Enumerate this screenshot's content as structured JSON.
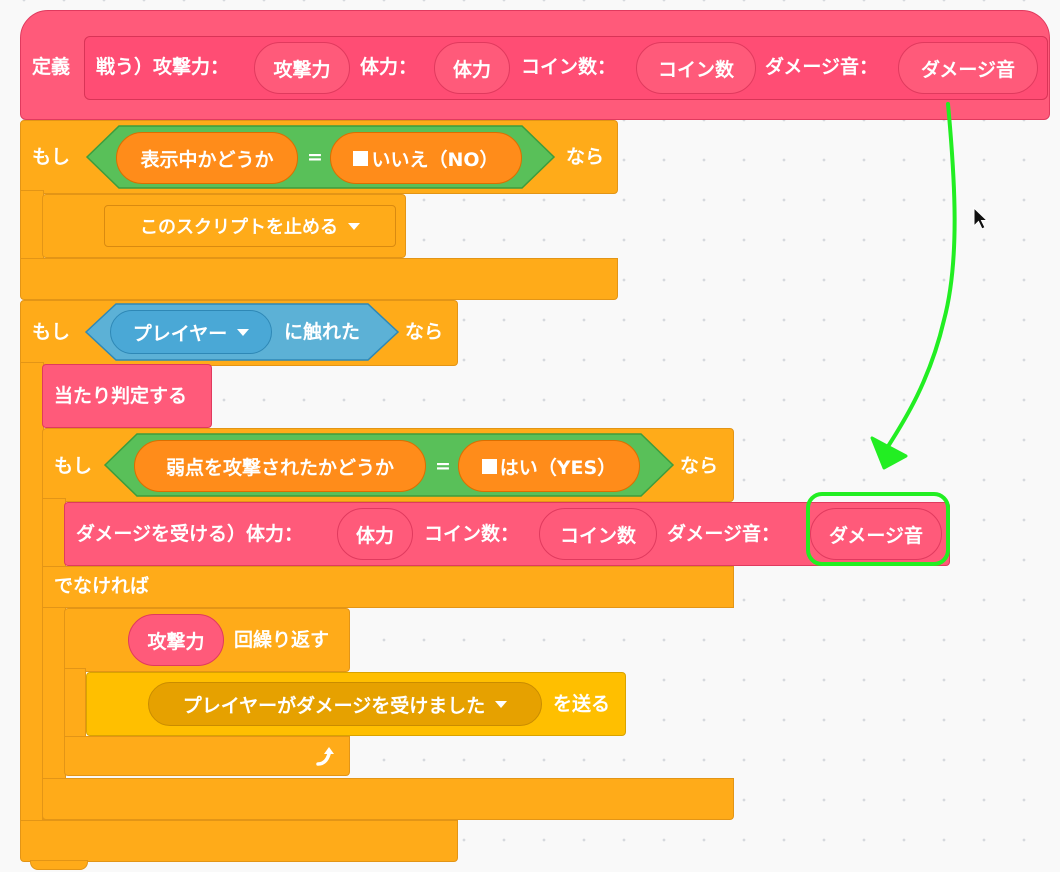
{
  "define_block": {
    "label_define": "定義",
    "text_fight": "戦う）攻撃力：",
    "param_attack": "攻撃力",
    "text_hp": "体力：",
    "param_hp": "体力",
    "text_coins": "コイン数：",
    "param_coins": "コイン数",
    "text_sound": "ダメージ音：",
    "param_sound": "ダメージ音"
  },
  "if1": {
    "label_if": "もし",
    "var": "表示中かどうか",
    "op": "=",
    "value": "いいえ（NO）",
    "label_then": "なら",
    "stop_option": "このスクリプトを止める"
  },
  "if2": {
    "label_if": "もし",
    "sprite": "プレイヤー",
    "touching": "に触れた",
    "label_then": "なら",
    "hit_check": "当たり判定する"
  },
  "if3": {
    "label_if": "もし",
    "var": "弱点を攻撃されたかどうか",
    "op": "=",
    "value": "はい（YES）",
    "label_then": "なら",
    "call_text": "ダメージを受ける）体力：",
    "call_hp": "体力",
    "call_coins_label": "コイン数：",
    "call_coins": "コイン数",
    "call_sound_label": "ダメージ音：",
    "call_sound": "ダメージ音",
    "label_else": "でなければ",
    "repeat_param": "攻撃力",
    "repeat_text": "回繰り返す",
    "broadcast_msg": "プレイヤーがダメージを受けました",
    "broadcast_text": "を送る"
  },
  "colors": {
    "define": "#ff5a7a",
    "control": "#ffab19",
    "operator": "#59c059",
    "sensing": "#5cb1d6",
    "event": "#ffbf00",
    "annotation": "#22ee22"
  },
  "icons": [
    "cursor-icon",
    "dropdown-arrow-icon",
    "loop-arrow-icon",
    "checkbox-icon"
  ]
}
